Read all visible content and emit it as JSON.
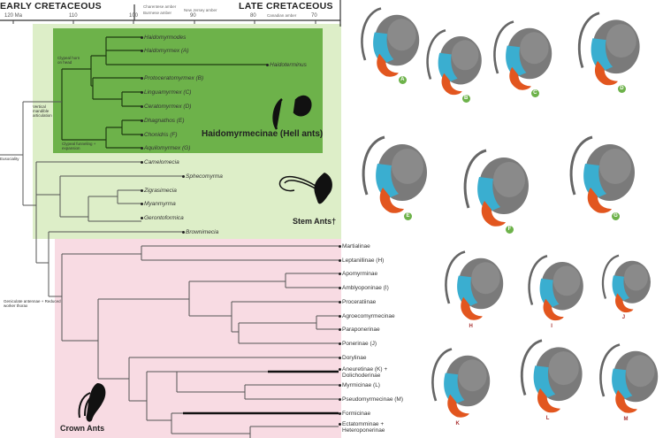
{
  "timescale": {
    "early": "EARLY CRETACEOUS",
    "late": "LATE CRETACEOUS",
    "ticks": [
      "120 Ma",
      "110",
      "100",
      "90",
      "80",
      "70"
    ],
    "strata": [
      "Charentese amber",
      "Burmese amber",
      "New Jersey amber",
      "Canadian amber"
    ]
  },
  "nodes": {
    "clypeal": "Clypeal horn on head",
    "vertical": "Vertical mandible articulation",
    "clypeal_funnel": "Clypeal funneling + expansion",
    "eusociality": "Eusociality",
    "geniculate": "Geniculate antennae + Reduced worker thorax"
  },
  "groups": {
    "hell": "Haidomyrmecinae (Hell ants)",
    "stem": "Stem Ants†",
    "crown": "Crown Ants"
  },
  "tips": [
    "Haidomyrmodes",
    "Haidomyrmex (A)",
    "Haidoterminus",
    "Protoceratomyrmex (B)",
    "Linguamyrmex (C)",
    "Ceratomyrmex (D)",
    "Dhagnathos (E)",
    "Chonidris (F)",
    "Aquilomyrmex (G)",
    "Camelomecia",
    "Sphecomyrma",
    "Zigrasimecia",
    "Myanmyrma",
    "Gerontoformica",
    "Brownimecia",
    "Martialinae",
    "Leptanillinae (H)",
    "Apomyrminae",
    "Amblyoponinae (I)",
    "Proceratiinae",
    "Agroecomyrmecinae",
    "Paraponerinae",
    "Ponerinae (J)",
    "Dorylinae",
    "Aneuretinae (K) + Dolichoderinae",
    "Myrmicinae (L)",
    "Pseudomyrmecinae (M)",
    "Formicinae",
    "Ectatomminae + Heteroponerinae"
  ],
  "head_labels": [
    "A",
    "B",
    "C",
    "D",
    "E",
    "F",
    "G",
    "H",
    "I",
    "J",
    "K",
    "L",
    "M"
  ],
  "colors": {
    "hell_bg": "#6db24a",
    "stem_bg": "#ddeec8",
    "crown_bg": "#f8dbe3",
    "mandible": "#e2561f",
    "clypeus": "#3aaed0",
    "head": "#7a7a7a"
  }
}
